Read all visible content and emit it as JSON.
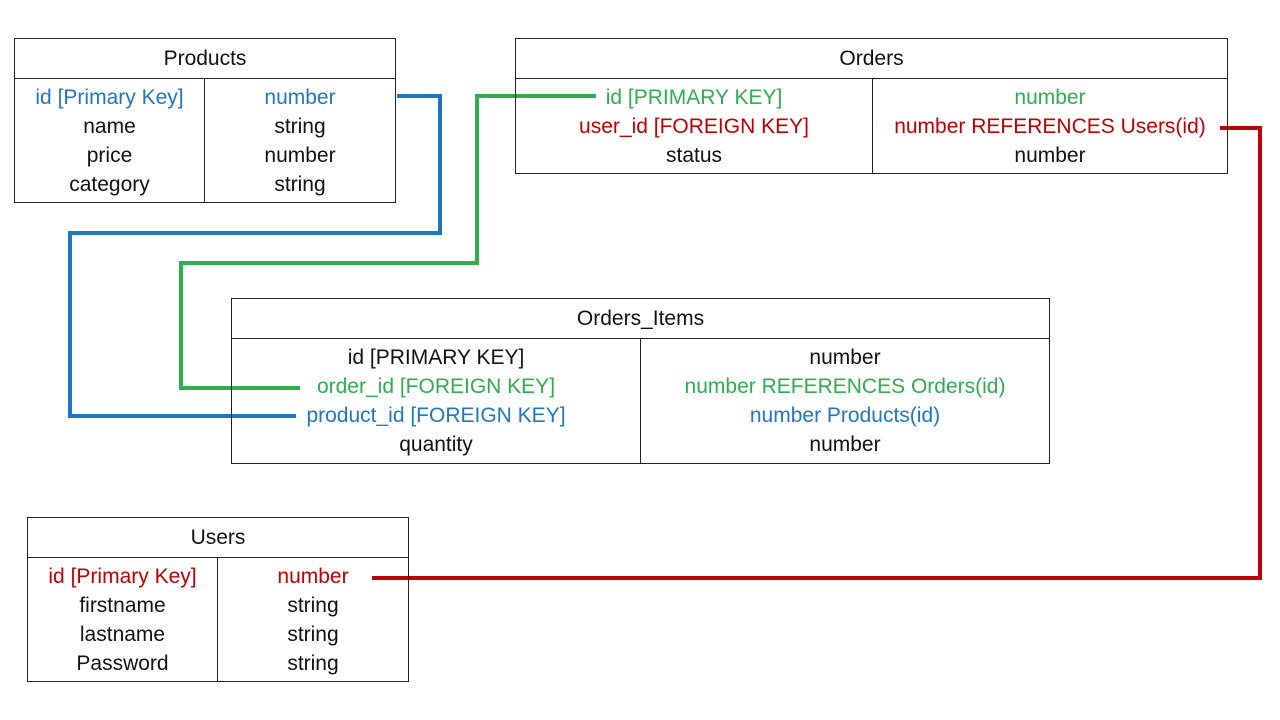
{
  "colors": {
    "blue": "#1f77c4",
    "green": "#2fad4f",
    "red": "#c00000",
    "black": "#111111"
  },
  "tables": {
    "products": {
      "title": "Products",
      "rows": [
        {
          "field": "id [Primary Key]",
          "type": "number",
          "color": "blue"
        },
        {
          "field": "name",
          "type": "string",
          "color": "black"
        },
        {
          "field": "price",
          "type": "number",
          "color": "black"
        },
        {
          "field": "category",
          "type": "string",
          "color": "black"
        }
      ]
    },
    "orders": {
      "title": "Orders",
      "rows": [
        {
          "field": "id [PRIMARY KEY]",
          "type": "number",
          "color": "green"
        },
        {
          "field": "user_id [FOREIGN KEY]",
          "type": "number REFERENCES Users(id)",
          "color": "red"
        },
        {
          "field": "status",
          "type": "number",
          "color": "black"
        }
      ]
    },
    "orders_items": {
      "title": "Orders_Items",
      "rows": [
        {
          "field": "id [PRIMARY KEY]",
          "type": "number",
          "color": "black"
        },
        {
          "field": "order_id [FOREIGN KEY]",
          "type": "number REFERENCES Orders(id)",
          "color": "green"
        },
        {
          "field": "product_id [FOREIGN KEY]",
          "type": "number Products(id)",
          "color": "blue"
        },
        {
          "field": "quantity",
          "type": "number",
          "color": "black"
        }
      ]
    },
    "users": {
      "title": "Users",
      "rows": [
        {
          "field": "id [Primary Key]",
          "type": "number",
          "color": "red"
        },
        {
          "field": "firstname",
          "type": "string",
          "color": "black"
        },
        {
          "field": "lastname",
          "type": "string",
          "color": "black"
        },
        {
          "field": "Password",
          "type": "string",
          "color": "black"
        }
      ]
    }
  },
  "relationships": [
    {
      "from": "Orders_Items.product_id",
      "to": "Products.id",
      "color": "blue"
    },
    {
      "from": "Orders_Items.order_id",
      "to": "Orders.id",
      "color": "green"
    },
    {
      "from": "Orders.user_id",
      "to": "Users.id",
      "color": "red"
    }
  ]
}
